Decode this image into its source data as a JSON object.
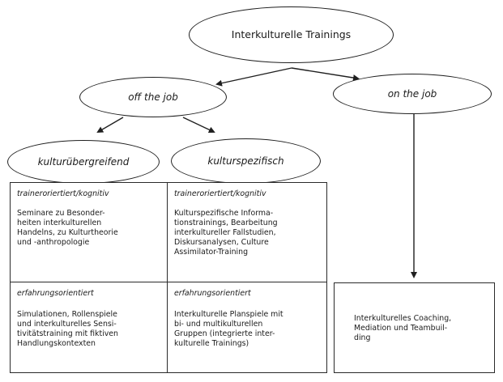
{
  "diagram": {
    "root": {
      "label": "Interkulturelle Trainings"
    },
    "off_the_job": {
      "label": "off the job"
    },
    "on_the_job": {
      "label": "on the job"
    },
    "kulturuebergreifend": {
      "label": "kulturübergreifend"
    },
    "kulturspezifisch": {
      "label": "kulturspezifisch"
    },
    "table": {
      "cell_general_cognitive": {
        "heading": "traineroriertiert/kognitiv",
        "body": "Seminare zu Besonder-\nheiten interkulturellen\nHandelns, zu Kulturtheorie\nund -anthropologie"
      },
      "cell_specific_cognitive": {
        "heading": "traineroriertiert/kognitiv",
        "body": "Kulturspezifische Informa-\ntionstrainings, Bearbeitung\ninterkultureller Fallstudien,\nDiskursanalysen, Culture\nAssimilator-Training"
      },
      "cell_general_experiential": {
        "heading": "erfahrungsorientiert",
        "body": "Simulationen, Rollenspiele\nund interkulturelles Sensi-\ntivitätstraining mit fiktiven\nHandlungskontexten"
      },
      "cell_specific_experiential": {
        "heading": "erfahrungsorientiert",
        "body": "Interkulturelle Planspiele mit\nbi- und multikulturellen\nGruppen (integrierte inter-\nkulturelle Trainings)"
      },
      "cell_on_the_job": {
        "body": "Interkulturelles Coaching,\nMediation und Teambuil-\nding"
      }
    }
  }
}
